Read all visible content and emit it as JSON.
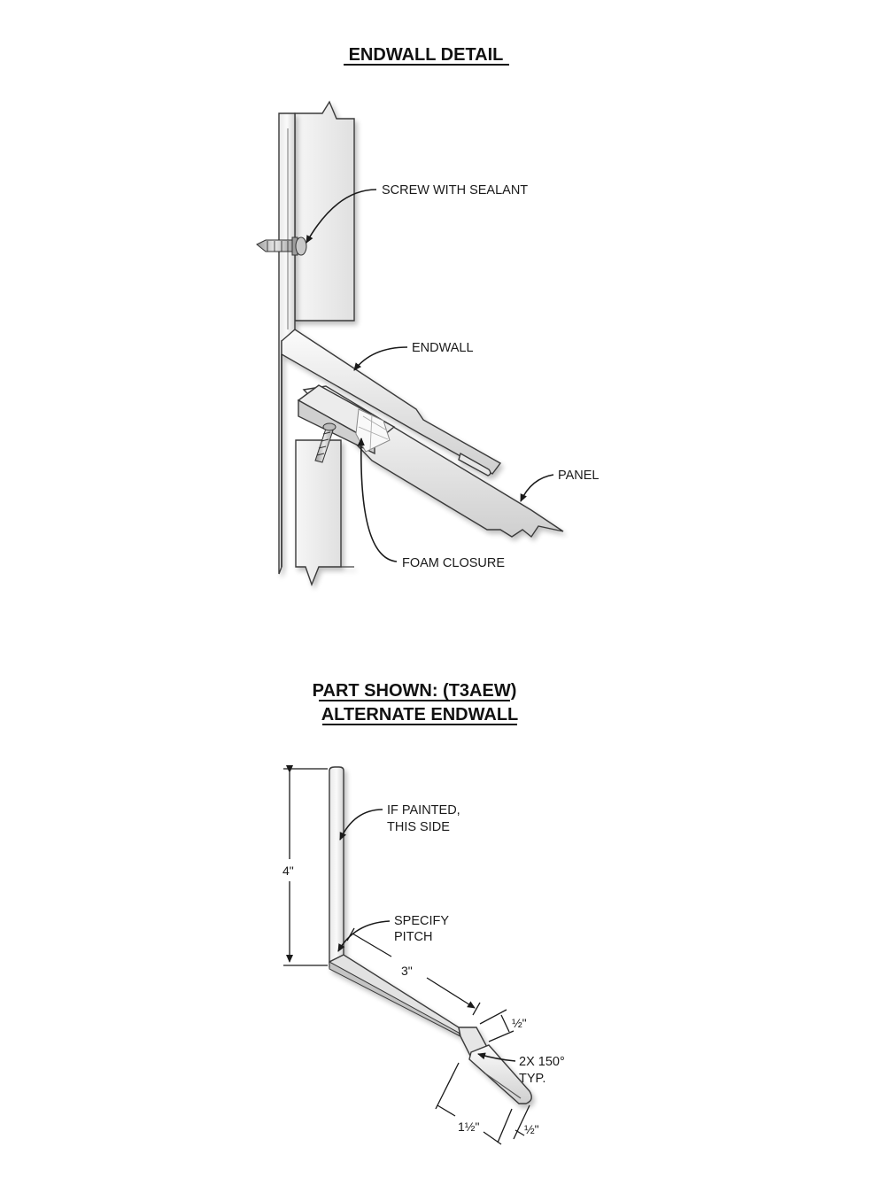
{
  "top_detail": {
    "title": "ENDWALL DETAIL",
    "labels": {
      "screw": "SCREW WITH SEALANT",
      "endwall": "ENDWALL",
      "panel": "PANEL",
      "foam": "FOAM CLOSURE"
    }
  },
  "bottom_detail": {
    "title_line1": "PART SHOWN: (T3AEW)",
    "title_line2": "ALTERNATE ENDWALL",
    "labels": {
      "painted_line1": "IF PAINTED,",
      "painted_line2": "THIS SIDE",
      "pitch_line1": "SPECIFY",
      "pitch_line2": "PITCH",
      "angle_line1": "2X 150°",
      "angle_line2": "TYP."
    },
    "dimensions": {
      "height": "4\"",
      "leg": "3\"",
      "step": "½\"",
      "tail": "1½\"",
      "hem": "½\""
    }
  },
  "colors": {
    "metal_light": "#f2f2f2",
    "metal_shade": "#bdbdbd",
    "ink": "#1a1a1a"
  }
}
